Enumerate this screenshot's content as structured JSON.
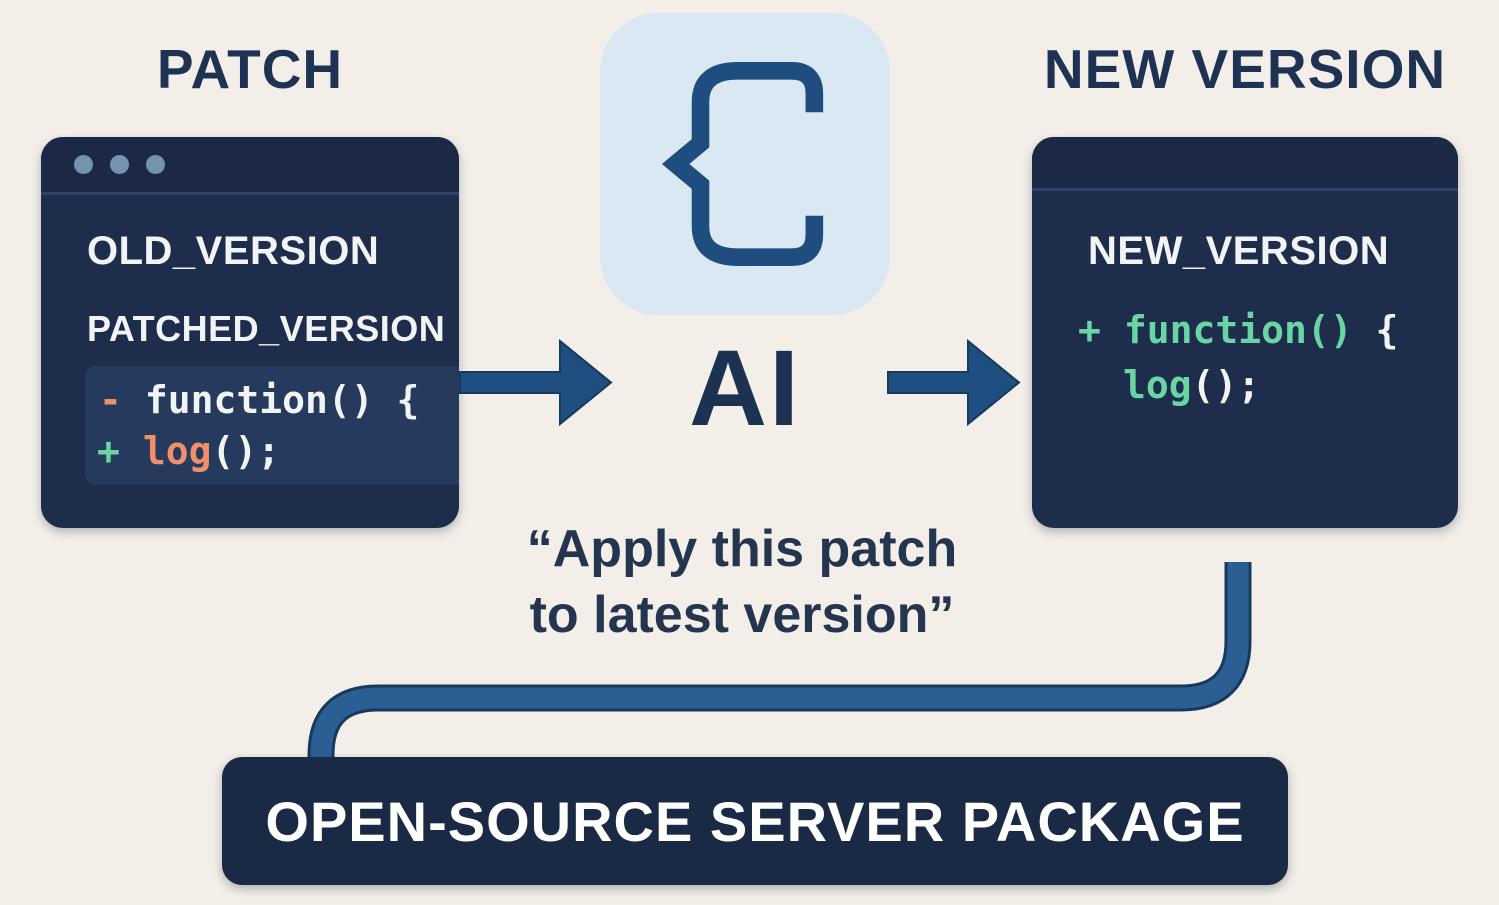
{
  "headings": {
    "left": "PATCH",
    "right": "NEW VERSION"
  },
  "ai": {
    "label": "AI",
    "icon": "curly-brace-logo"
  },
  "patch_window": {
    "old_label": "OLD_VERSION",
    "patched_label": "PATCHED_VERSION",
    "diff_line_removed": {
      "marker": "-",
      "code": "function() {"
    },
    "diff_line_added": {
      "marker": "+",
      "fn": "log",
      "tail": "();"
    }
  },
  "new_window": {
    "label": "NEW_VERSION",
    "code_line1": {
      "marker": "+",
      "fn": "function()",
      "tail": " {"
    },
    "code_line2": {
      "fn": "log",
      "tail": "();"
    }
  },
  "quote": {
    "line1": "“Apply this patch",
    "line2": "to latest version”"
  },
  "package": {
    "label": "OPEN-SOURCE SERVER PACKAGE"
  },
  "colors": {
    "background": "#f3efe8",
    "window_navy": "#1d2d4b",
    "panel_navy": "#263a5e",
    "heading_navy": "#1e3253",
    "arrow_blue": "#1f4e80",
    "connector_blue": "#2b5f93",
    "icon_card_blue": "#d9e8f3",
    "icon_glyph_blue": "#204d80",
    "code_green": "#68d5a3",
    "code_salmon": "#ef9069",
    "code_white": "#f2f3f5",
    "dot_slate": "#7493af",
    "package_navy": "#1a2a45"
  }
}
